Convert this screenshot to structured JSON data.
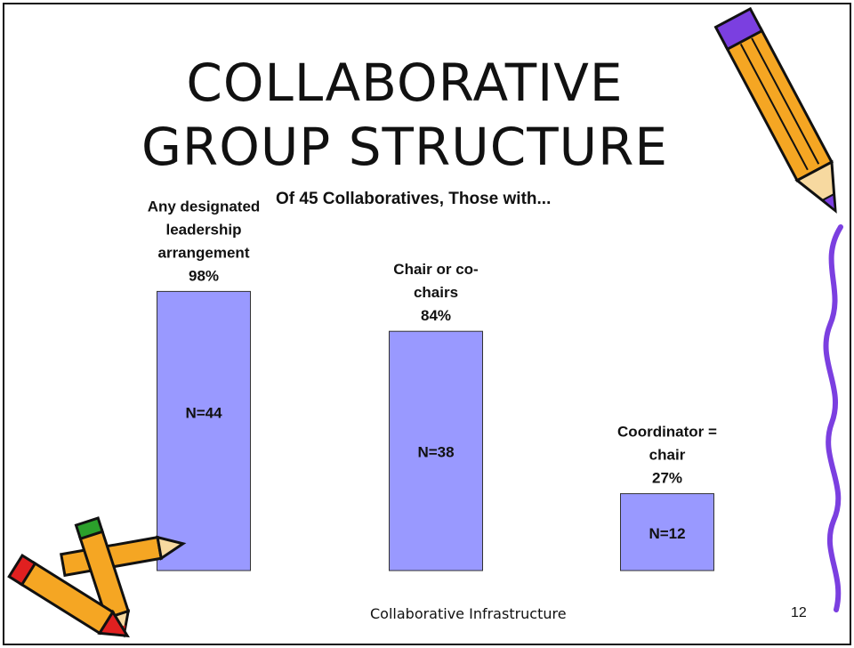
{
  "slide": {
    "title_line1": "COLLABORATIVE",
    "title_line2": "GROUP STRUCTURE",
    "footer": "Collaborative Infrastructure",
    "page_number": "12"
  },
  "chart_data": {
    "type": "bar",
    "title": "Of 45 Collaboratives, Those with...",
    "categories": [
      [
        "Any designated",
        "leadership",
        "arrangement"
      ],
      [
        "Chair or co-",
        "chairs"
      ],
      [
        "Coordinator =",
        "chair"
      ]
    ],
    "values": [
      98,
      84,
      27
    ],
    "value_labels": [
      "98%",
      "84%",
      "27%"
    ],
    "counts": [
      "N=44",
      "N=38",
      "N=12"
    ],
    "ylim": [
      0,
      100
    ],
    "grid": false,
    "legend": "none",
    "bar_color": "#9999ff",
    "bar_border": "#333333"
  },
  "decorations": {
    "pencil_colors": [
      "#f5a623",
      "#7b3fe0",
      "#e02020",
      "#2ba02b"
    ],
    "wavy_line_color": "#7b3fe0"
  }
}
